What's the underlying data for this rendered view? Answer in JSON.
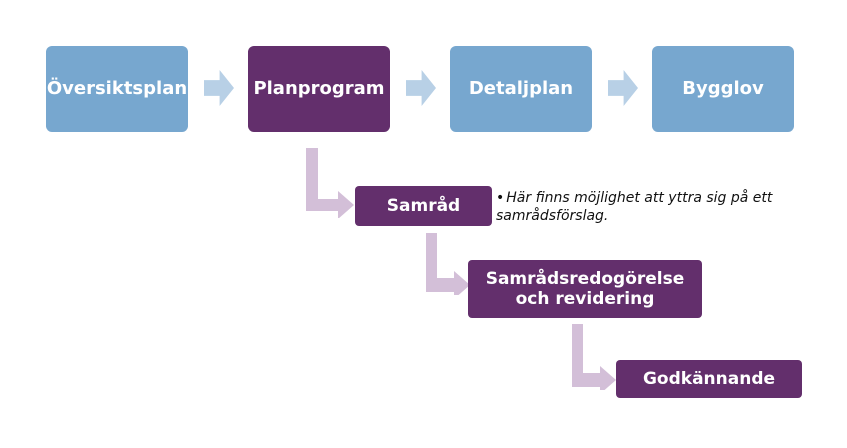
{
  "process": {
    "steps": [
      {
        "label": "Översiktsplan"
      },
      {
        "label": "Planprogram"
      },
      {
        "label": "Detaljplan"
      },
      {
        "label": "Bygglov"
      }
    ]
  },
  "subprocess": {
    "samrad": "Samråd",
    "samrad_note": "Här finns möjlighet att yttra sig på ett samrådsförslag.",
    "redogorelse": "Samrådsredogörelse och revidering",
    "godkannande": "Godkännande"
  },
  "colors": {
    "step_blue": "#77a7cf",
    "step_purple": "#632f6c",
    "arrow_blue": "#b8d0e6",
    "elbow_lilac": "#d3bfd8"
  }
}
